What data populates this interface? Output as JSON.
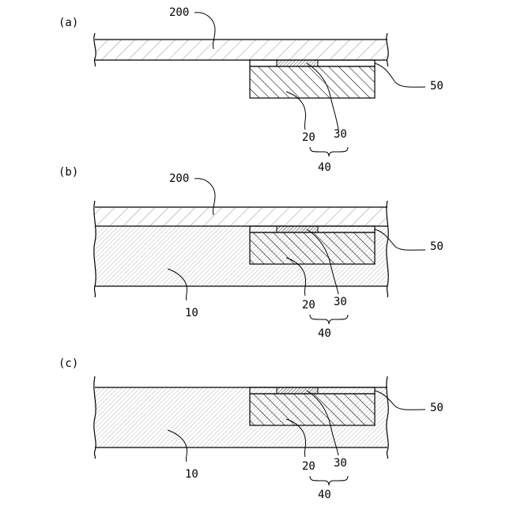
{
  "panels": [
    {
      "label": "(a)",
      "substrate_label": "200",
      "chip_label": "20",
      "bump_label": "30",
      "group_label": "40",
      "gap_label": "50"
    },
    {
      "label": "(b)",
      "substrate_label": "200",
      "chip_label": "20",
      "bump_label": "30",
      "group_label": "40",
      "gap_label": "50",
      "mold_label": "10"
    },
    {
      "label": "(c)",
      "chip_label": "20",
      "bump_label": "30",
      "group_label": "40",
      "gap_label": "50",
      "mold_label": "10"
    }
  ]
}
